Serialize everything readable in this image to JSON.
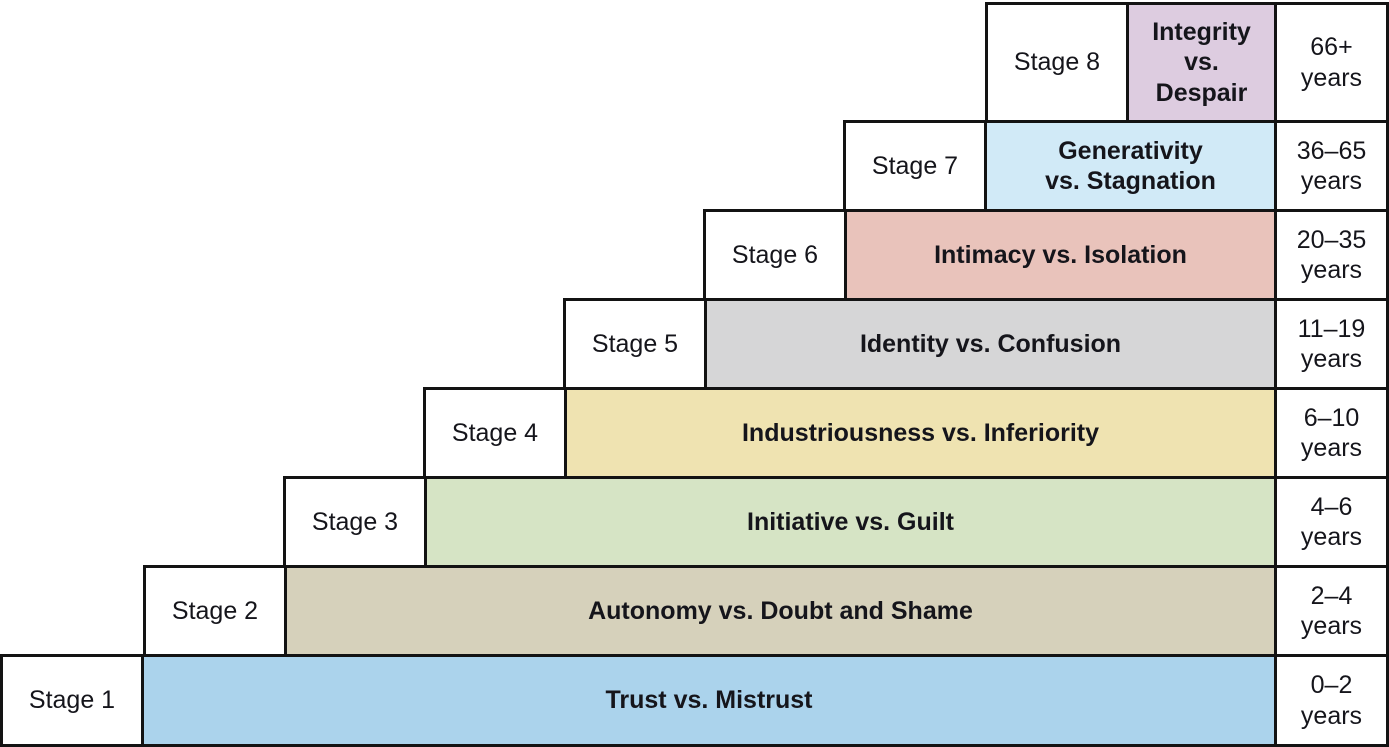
{
  "diagram": {
    "border_color": "#131313",
    "text_color": "#15151b",
    "stages": [
      {
        "label": "Stage 1",
        "conflict": "Trust vs. Mistrust",
        "age_range": "0–2",
        "age_unit": "years",
        "color": "#abd3ec"
      },
      {
        "label": "Stage 2",
        "conflict": "Autonomy vs. Doubt and Shame",
        "age_range": "2–4",
        "age_unit": "years",
        "color": "#d6d1bb"
      },
      {
        "label": "Stage 3",
        "conflict": "Initiative vs. Guilt",
        "age_range": "4–6",
        "age_unit": "years",
        "color": "#d6e4c5"
      },
      {
        "label": "Stage 4",
        "conflict": "Industriousness vs. Inferiority",
        "age_range": "6–10",
        "age_unit": "years",
        "color": "#efe3b1"
      },
      {
        "label": "Stage 5",
        "conflict": "Identity vs. Confusion",
        "age_range": "11–19",
        "age_unit": "years",
        "color": "#d6d6d7"
      },
      {
        "label": "Stage 6",
        "conflict": "Intimacy vs. Isolation",
        "age_range": "20–35",
        "age_unit": "years",
        "color": "#e9c3bb"
      },
      {
        "label": "Stage 7",
        "conflict": "Generativity vs. Stagnation",
        "conflict_lines": [
          "Generativity",
          "vs. Stagnation"
        ],
        "age_range": "36–65",
        "age_unit": "years",
        "color": "#d1eaf7"
      },
      {
        "label": "Stage 8",
        "conflict": "Integrity vs. Despair",
        "conflict_lines": [
          "Integrity",
          "vs.",
          "Despair"
        ],
        "age_range": "66+",
        "age_unit": "years",
        "color": "#ddcce0"
      }
    ]
  }
}
